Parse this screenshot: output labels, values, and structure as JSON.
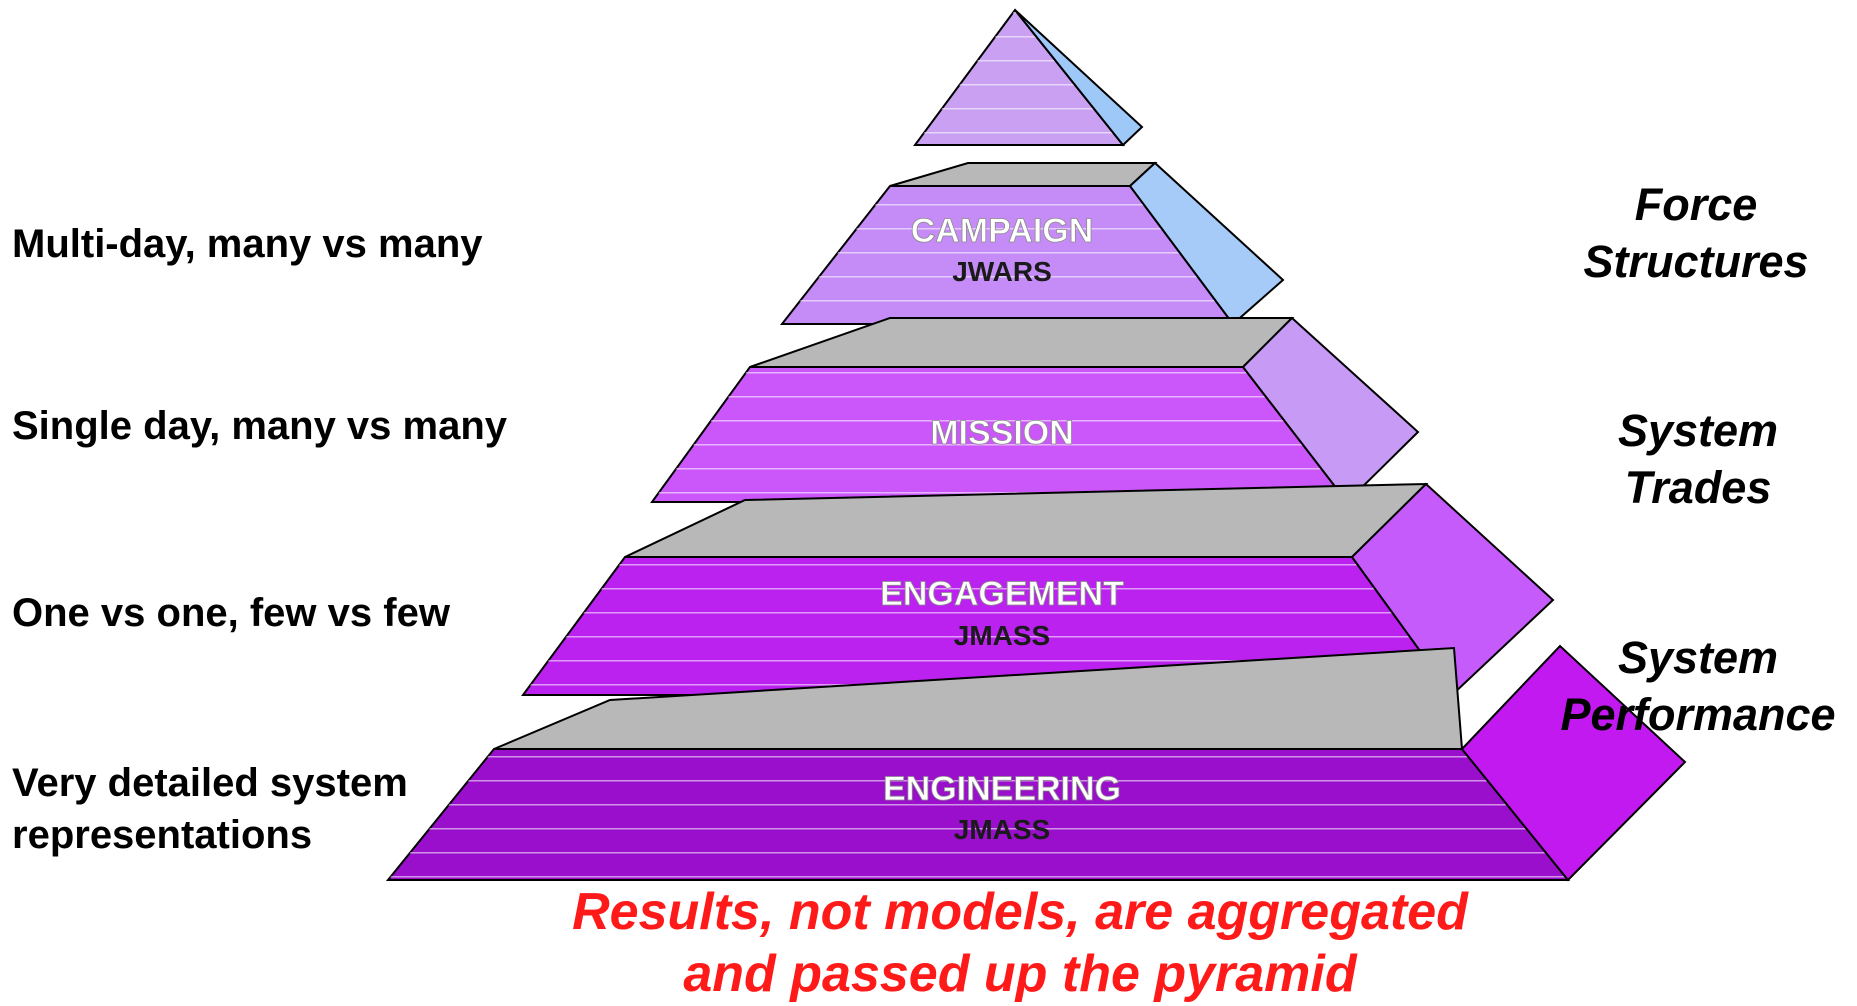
{
  "levels": [
    {
      "id": "campaign",
      "label": "CAMPAIGN",
      "sublabel": "JWARS",
      "description": "Multi-day, many vs many"
    },
    {
      "id": "mission",
      "label": "MISSION",
      "sublabel": "",
      "description": "Single day, many vs many"
    },
    {
      "id": "engagement",
      "label": "ENGAGEMENT",
      "sublabel": "JMASS",
      "description": "One vs one, few vs few"
    },
    {
      "id": "engineering",
      "label": "ENGINEERING",
      "sublabel": "JMASS",
      "description": "Very detailed system\nrepresentations"
    }
  ],
  "right_labels": [
    {
      "text": "Force\nStructures"
    },
    {
      "text": "System\nTrades"
    },
    {
      "text": "System\nPerformance"
    }
  ],
  "caption": {
    "line1": "Results, not models, are aggregated",
    "line2": "and passed up the pyramid"
  },
  "colors": {
    "caption": "#ff1a1a",
    "top_face": "#b8b8b8",
    "apex_front": "#c9a0f2",
    "apex_side": "#9ec8f8",
    "campaign_front": "#c58cf7",
    "campaign_side": "#a6cbf8",
    "mission_front": "#cb57fb",
    "mission_side": "#c79af6",
    "engagement_front": "#bb22f0",
    "engagement_side": "#c65bfc",
    "engineering_front": "#9a0fcc",
    "engineering_side": "#c219f0",
    "label_white": "#ffffff",
    "label_dark": "#1a1a1a"
  }
}
